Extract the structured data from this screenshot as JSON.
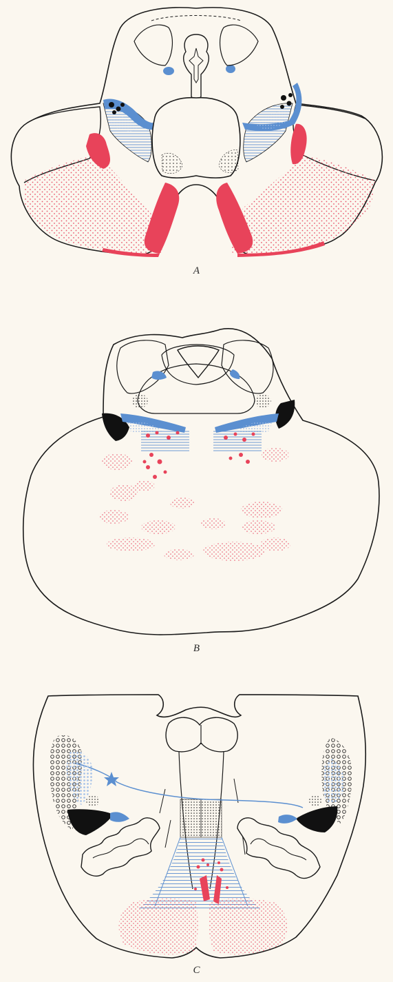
{
  "figures": [
    {
      "id": "A",
      "caption": "A"
    },
    {
      "id": "B",
      "caption": "B"
    },
    {
      "id": "C",
      "caption": "C"
    }
  ],
  "colors": {
    "outline": "#1a1a1a",
    "red": "#e8435a",
    "red_dots": "#e8526a",
    "blue": "#5b8fd0",
    "light_blue": "#a9c4e8",
    "black": "#111111",
    "paper": "#fbf7ef"
  }
}
